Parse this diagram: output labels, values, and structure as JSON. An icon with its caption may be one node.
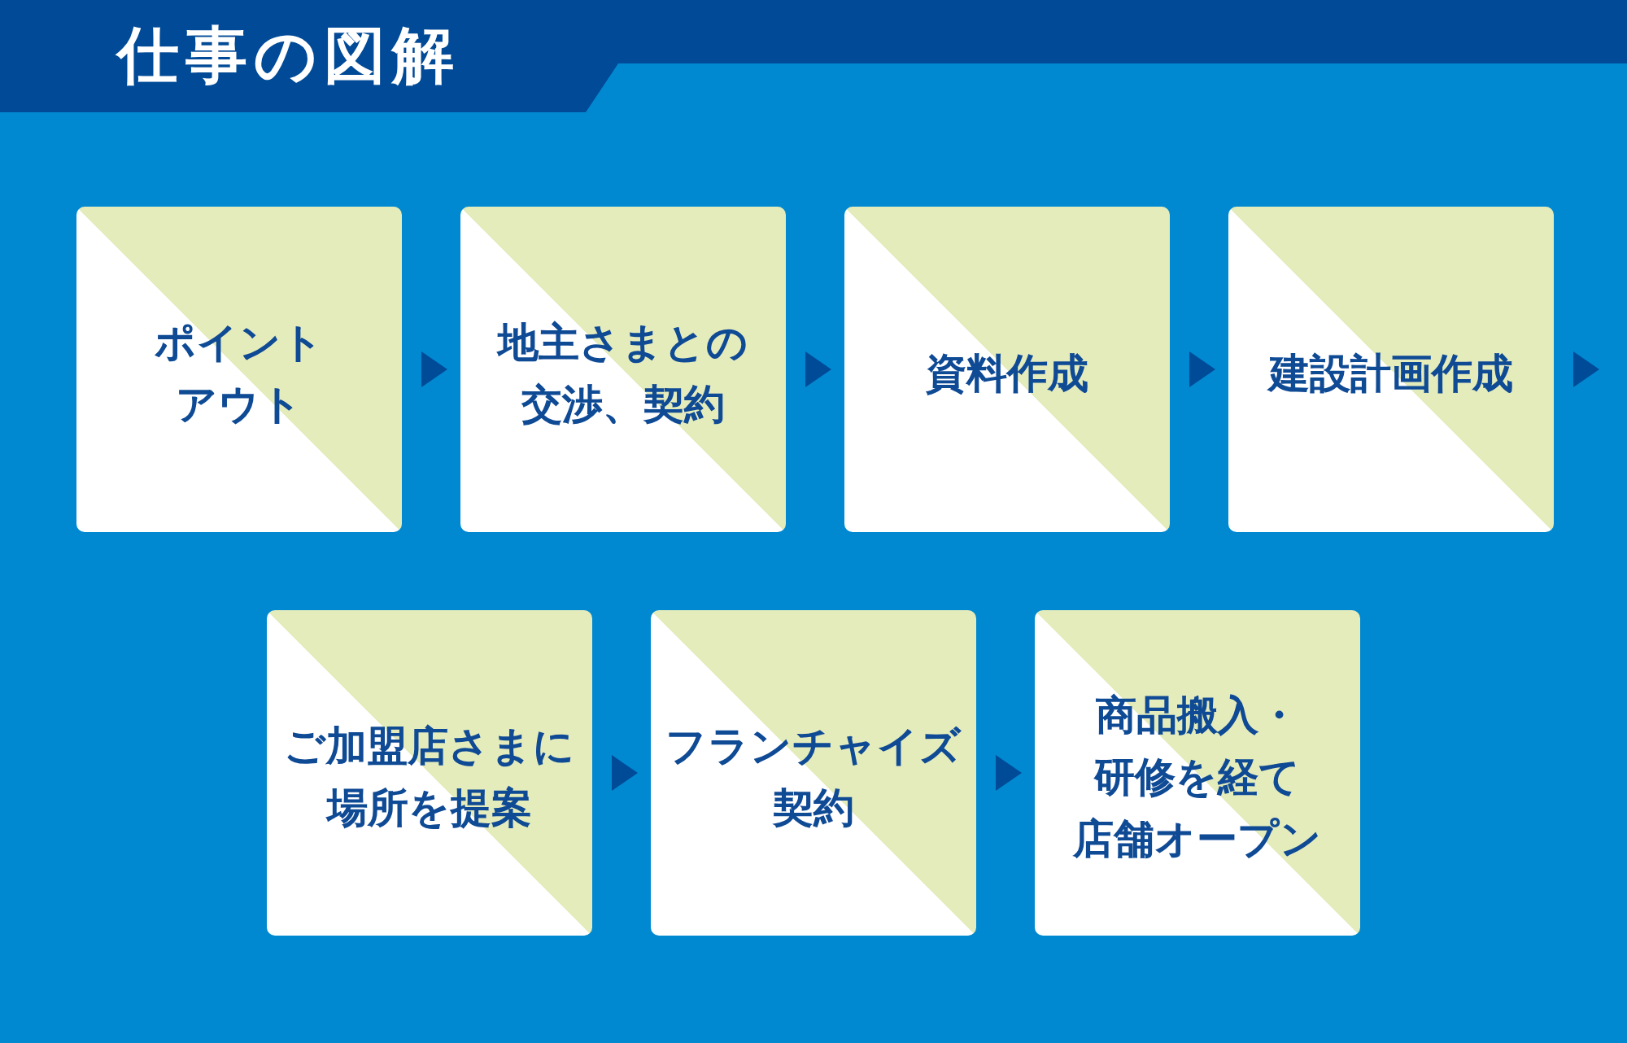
{
  "diagram": {
    "title": "仕事の図解",
    "nodes": [
      {
        "text": [
          "ポイントアウト"
        ]
      },
      {
        "text": [
          "地主さまとの交渉、契約"
        ]
      },
      {
        "text": [
          "資料作成"
        ]
      },
      {
        "text": [
          "建設計画作成"
        ]
      },
      {
        "text": [
          "ご加盟店さまに場所を提案"
        ]
      },
      {
        "text": [
          "フランチャイズ契約"
        ]
      },
      {
        "text": [
          "商品搬入・研修を経て店舗オープン"
        ]
      }
    ],
    "edges": [
      {
        "from": 0,
        "to": 1,
        "arrow": "to"
      },
      {
        "from": 1,
        "to": 2,
        "arrow": "to"
      },
      {
        "from": 2,
        "to": 3,
        "arrow": "to"
      },
      {
        "from": 3,
        "to": null,
        "arrow": "to"
      },
      {
        "from": 4,
        "to": 5,
        "arrow": "to"
      },
      {
        "from": 5,
        "to": 6,
        "arrow": "to"
      }
    ]
  }
}
